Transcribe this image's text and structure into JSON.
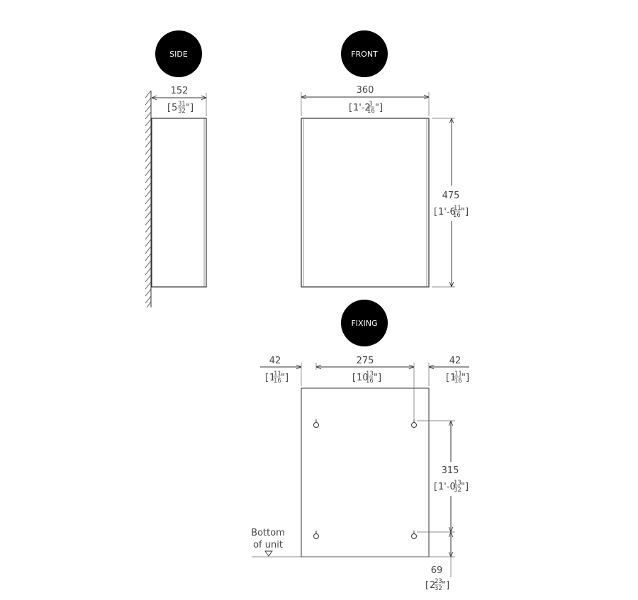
{
  "views": {
    "side": "SIDE",
    "front": "FRONT",
    "fixing": "FIXING"
  },
  "side": {
    "depth": {
      "mm": "152",
      "whole": "5",
      "num": "31",
      "den": "32"
    }
  },
  "front": {
    "width": {
      "mm": "360",
      "prefix": "1'-2",
      "num": "3",
      "den": "16"
    },
    "height": {
      "mm": "475",
      "prefix": "1'-6",
      "num": "11",
      "den": "16"
    }
  },
  "fixing": {
    "left_offset": {
      "mm": "42",
      "whole": "1",
      "num": "11",
      "den": "16"
    },
    "hole_spacing": {
      "mm": "275",
      "whole": "10",
      "num": "13",
      "den": "16"
    },
    "right_offset": {
      "mm": "42",
      "whole": "1",
      "num": "11",
      "den": "16"
    },
    "vertical_spacing": {
      "mm": "315",
      "prefix": "1'-0",
      "num": "13",
      "den": "32"
    },
    "bottom_offset": {
      "mm": "69",
      "whole": "2",
      "num": "23",
      "den": "32"
    },
    "bottom_label_line1": "Bottom",
    "bottom_label_line2": "of unit"
  }
}
